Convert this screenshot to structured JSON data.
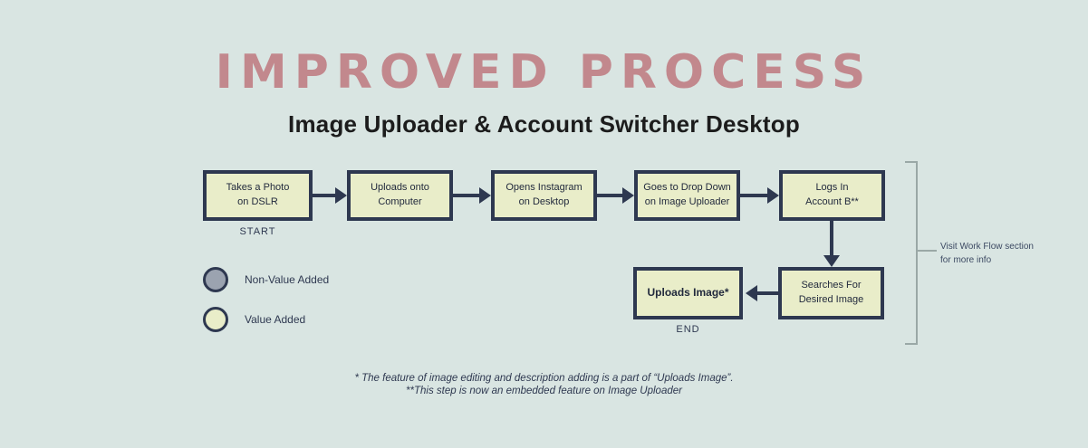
{
  "header": {
    "title": "IMPROVED PROCESS",
    "subtitle": "Image Uploader & Account Switcher Desktop"
  },
  "colors": {
    "background": "#d9e5e2",
    "title_rose": "#c2888d",
    "node_fill": "#e9edc9",
    "node_border": "#2e3850",
    "non_value_fill": "#9ba3b0",
    "bracket_gray": "#9aa8a6"
  },
  "flow": {
    "row1": [
      {
        "id": "takes-photo",
        "line1": "Takes a Photo",
        "line2": "on DSLR"
      },
      {
        "id": "uploads-computer",
        "line1": "Uploads onto Computer",
        "line2": ""
      },
      {
        "id": "opens-instagram",
        "line1": "Opens Instagram",
        "line2": "on Desktop"
      },
      {
        "id": "drop-down",
        "line1": "Goes to Drop Down",
        "line2": "on Image Uploader"
      },
      {
        "id": "logs-in",
        "line1": "Logs In",
        "line2": "Account B**"
      }
    ],
    "row2": [
      {
        "id": "uploads-image",
        "line1": "Uploads Image*",
        "line2": ""
      },
      {
        "id": "searches-image",
        "line1": "Searches For",
        "line2": "Desired Image"
      }
    ],
    "start_label": "START",
    "end_label": "END"
  },
  "legend": {
    "items": [
      {
        "id": "non-value-added",
        "label": "Non-Value Added",
        "fill": "#9ba3b0"
      },
      {
        "id": "value-added",
        "label": "Value Added",
        "fill": "#e9edc9"
      }
    ]
  },
  "annotation": {
    "line1": "Visit Work Flow section",
    "line2": "for more info"
  },
  "footnotes": {
    "line1": "* The feature of image editing and description adding is a part of “Uploads Image”.",
    "line2": "**This step is now an embedded feature on Image Uploader"
  }
}
